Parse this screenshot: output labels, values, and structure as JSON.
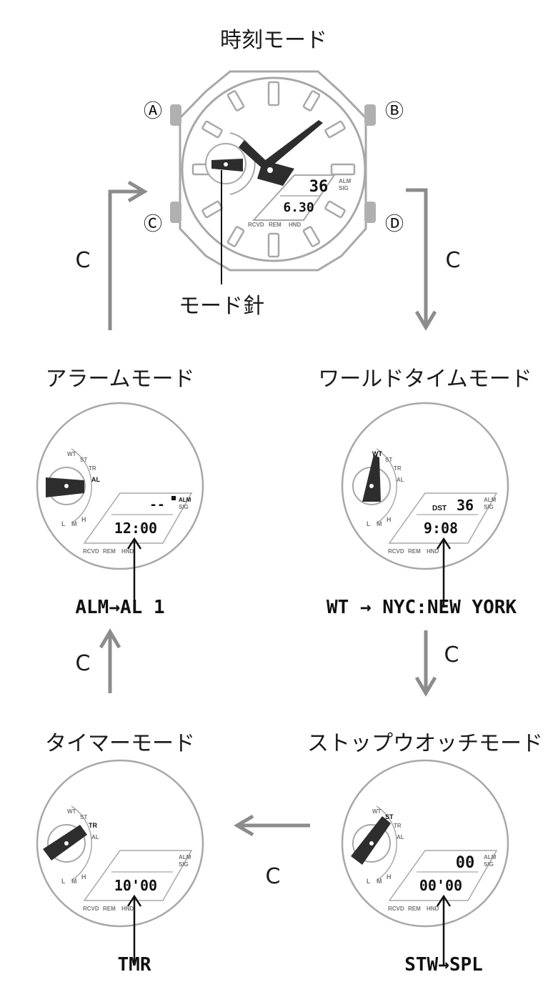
{
  "modes": {
    "timekeeping": {
      "title": "時刻モード",
      "mode_hand_label": "モード針",
      "display_top": "36",
      "display_bottom": "6.30",
      "buttons": [
        "Ⓐ",
        "Ⓑ",
        "Ⓒ",
        "Ⓓ"
      ]
    },
    "alarm": {
      "title": "アラームモード",
      "display_top": "--",
      "display_bottom": "12:00",
      "caption": "ALM→AL 1"
    },
    "world_time": {
      "title": "ワールドタイムモード",
      "display_prefix": "DST",
      "display_top": "36",
      "display_bottom": "9:08",
      "caption": "WT → NYC:NEW YORK"
    },
    "timer": {
      "title": "タイマーモード",
      "display_bottom": "10'00",
      "caption": "TMR"
    },
    "stopwatch": {
      "title": "ストップウオッチモード",
      "display_top": "00",
      "display_bottom": "00'00",
      "caption": "STW→SPL"
    }
  },
  "dial": {
    "indicators": [
      "WT",
      "ST",
      "TR",
      "AL"
    ],
    "levels": [
      "L",
      "M",
      "H"
    ],
    "right_labels": [
      "ALM",
      "SIG"
    ],
    "bottom_labels": [
      "RCVD",
      "REM",
      "HND"
    ]
  },
  "transition_label": "C",
  "colors": {
    "outline": "#a8a8a8",
    "arrow": "#8c8c8c",
    "hand": "#2d2d2d"
  }
}
